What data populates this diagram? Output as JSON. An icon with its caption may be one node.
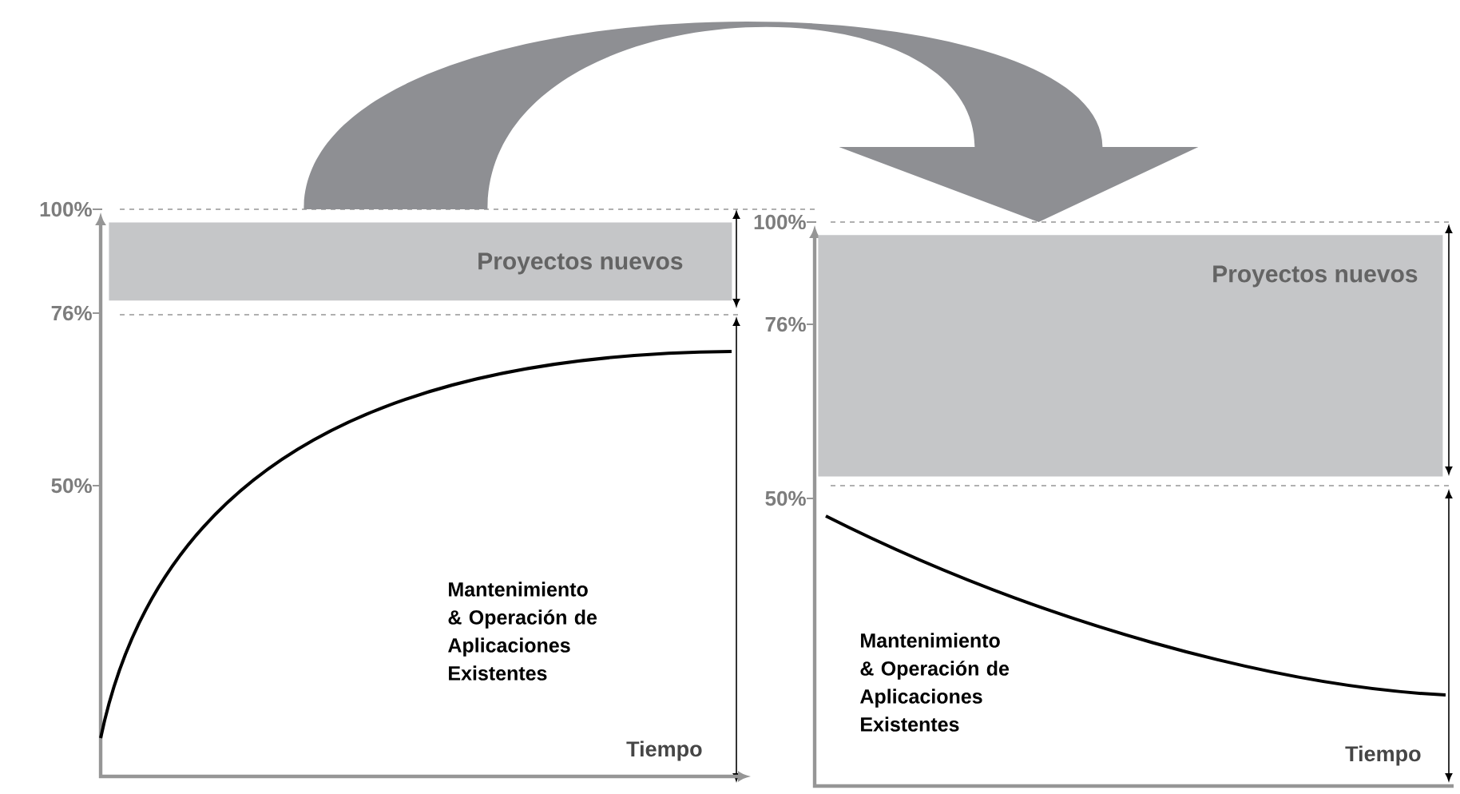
{
  "diagram": {
    "nodes": [
      {
        "text": [
          "Mantenimiento & Operación de Aplicaciones Existentes",
          "Tiempo"
        ]
      },
      {
        "text": [
          "Proyectos nuevos"
        ],
        "in": 0
      },
      {
        "text": [
          "Mantenimiento & Operación de Aplicaciones Existentes",
          "Tiempo"
        ]
      },
      {
        "text": [
          "Proyectos nuevos"
        ],
        "in": 2
      }
    ],
    "edges": [
      {
        "from": 0,
        "to": 2,
        "arrow": "to"
      }
    ],
    "labels": [
      "100%",
      "76%",
      "50%",
      "100%",
      "76%",
      "50%"
    ]
  }
}
